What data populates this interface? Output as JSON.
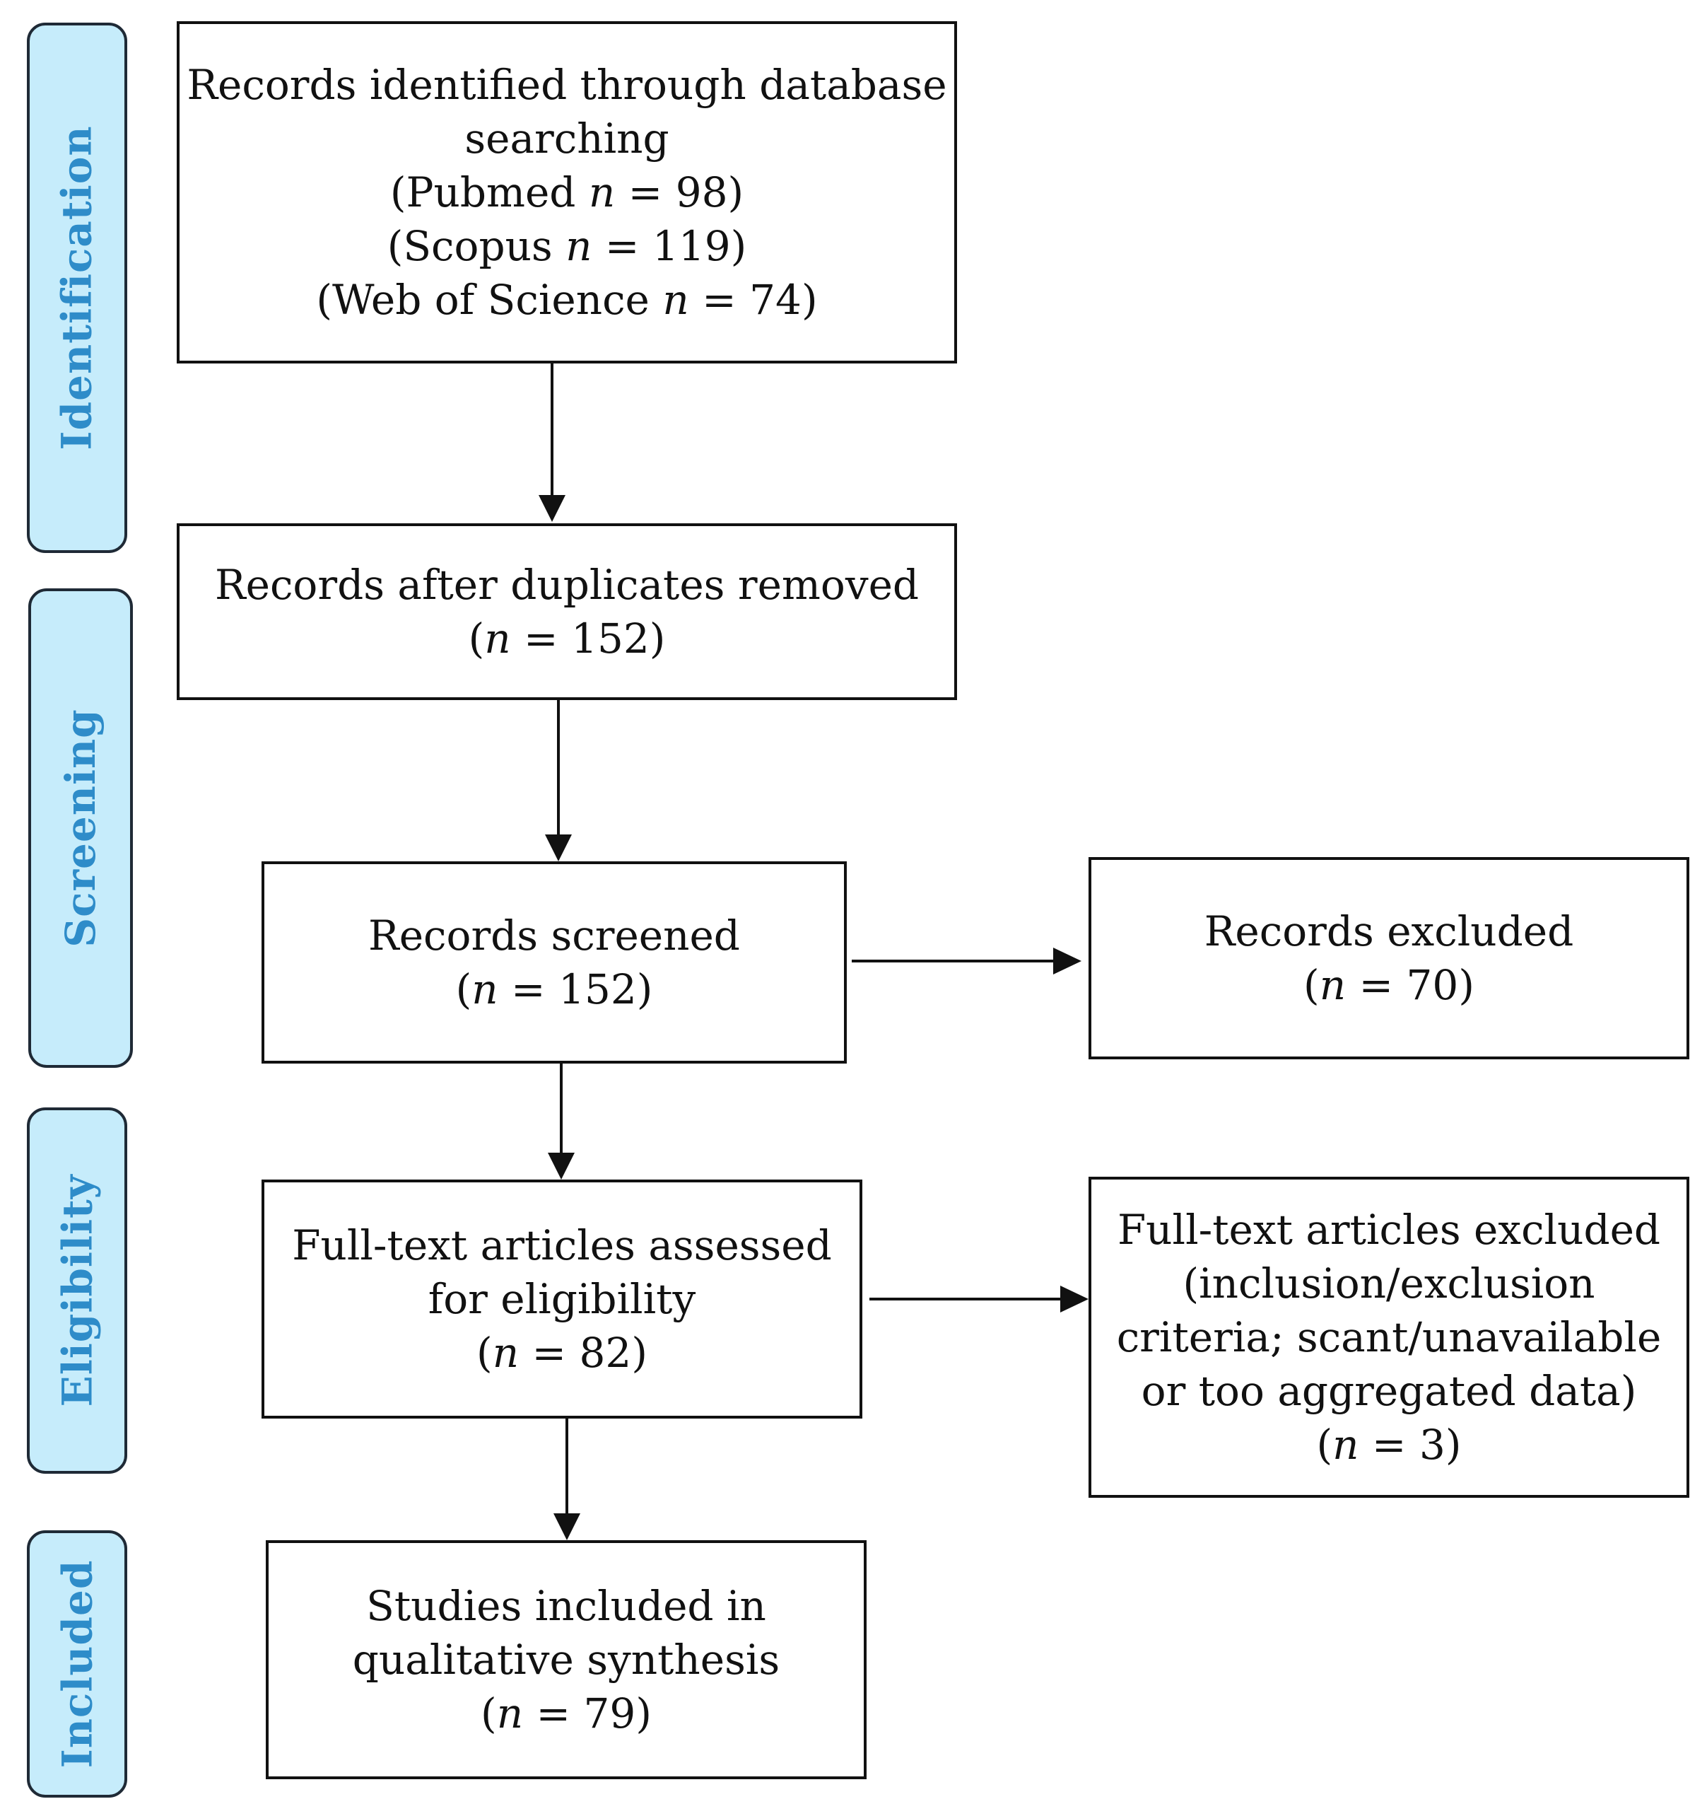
{
  "phases": {
    "identification": "Identification",
    "screening": "Screening",
    "eligibility": "Eligibility",
    "included": "Included"
  },
  "boxes": {
    "identified": {
      "lines": [
        "Records identified through database",
        "searching"
      ],
      "sources": [
        {
          "open": "(Pubmed ",
          "n": "n",
          "rest": " = 98)"
        },
        {
          "open": "(Scopus ",
          "n": "n",
          "rest": " = 119)"
        },
        {
          "open": "(Web of Science ",
          "n": "n",
          "rest": " = 74)"
        }
      ]
    },
    "after_duplicates": {
      "lines": [
        "Records after duplicates removed"
      ],
      "count": {
        "open": "(",
        "n": "n",
        "rest": " =  152)"
      }
    },
    "screened": {
      "lines": [
        "Records screened"
      ],
      "count": {
        "open": "(",
        "n": "n",
        "rest": " =  152)"
      }
    },
    "excluded": {
      "lines": [
        "Records excluded"
      ],
      "count": {
        "open": "(",
        "n": "n",
        "rest": " =  70)"
      }
    },
    "fulltext_assessed": {
      "lines": [
        "Full-text articles assessed",
        "for eligibility"
      ],
      "count": {
        "open": "(",
        "n": "n",
        "rest": " = 82)"
      }
    },
    "fulltext_excluded": {
      "lines": [
        "Full-text articles excluded",
        "(inclusion/exclusion",
        "criteria; scant/unavailable",
        "or too aggregated data)"
      ],
      "count": {
        "open": "(",
        "n": "n",
        "rest": " = 3)"
      }
    },
    "included": {
      "lines": [
        "Studies included in",
        "qualitative synthesis"
      ],
      "count": {
        "open": "(",
        "n": "n",
        "rest": " = 79)"
      }
    }
  },
  "colors": {
    "phase_fill": "#c6ecfb",
    "phase_text": "#2e8cc9",
    "line": "#111111"
  }
}
